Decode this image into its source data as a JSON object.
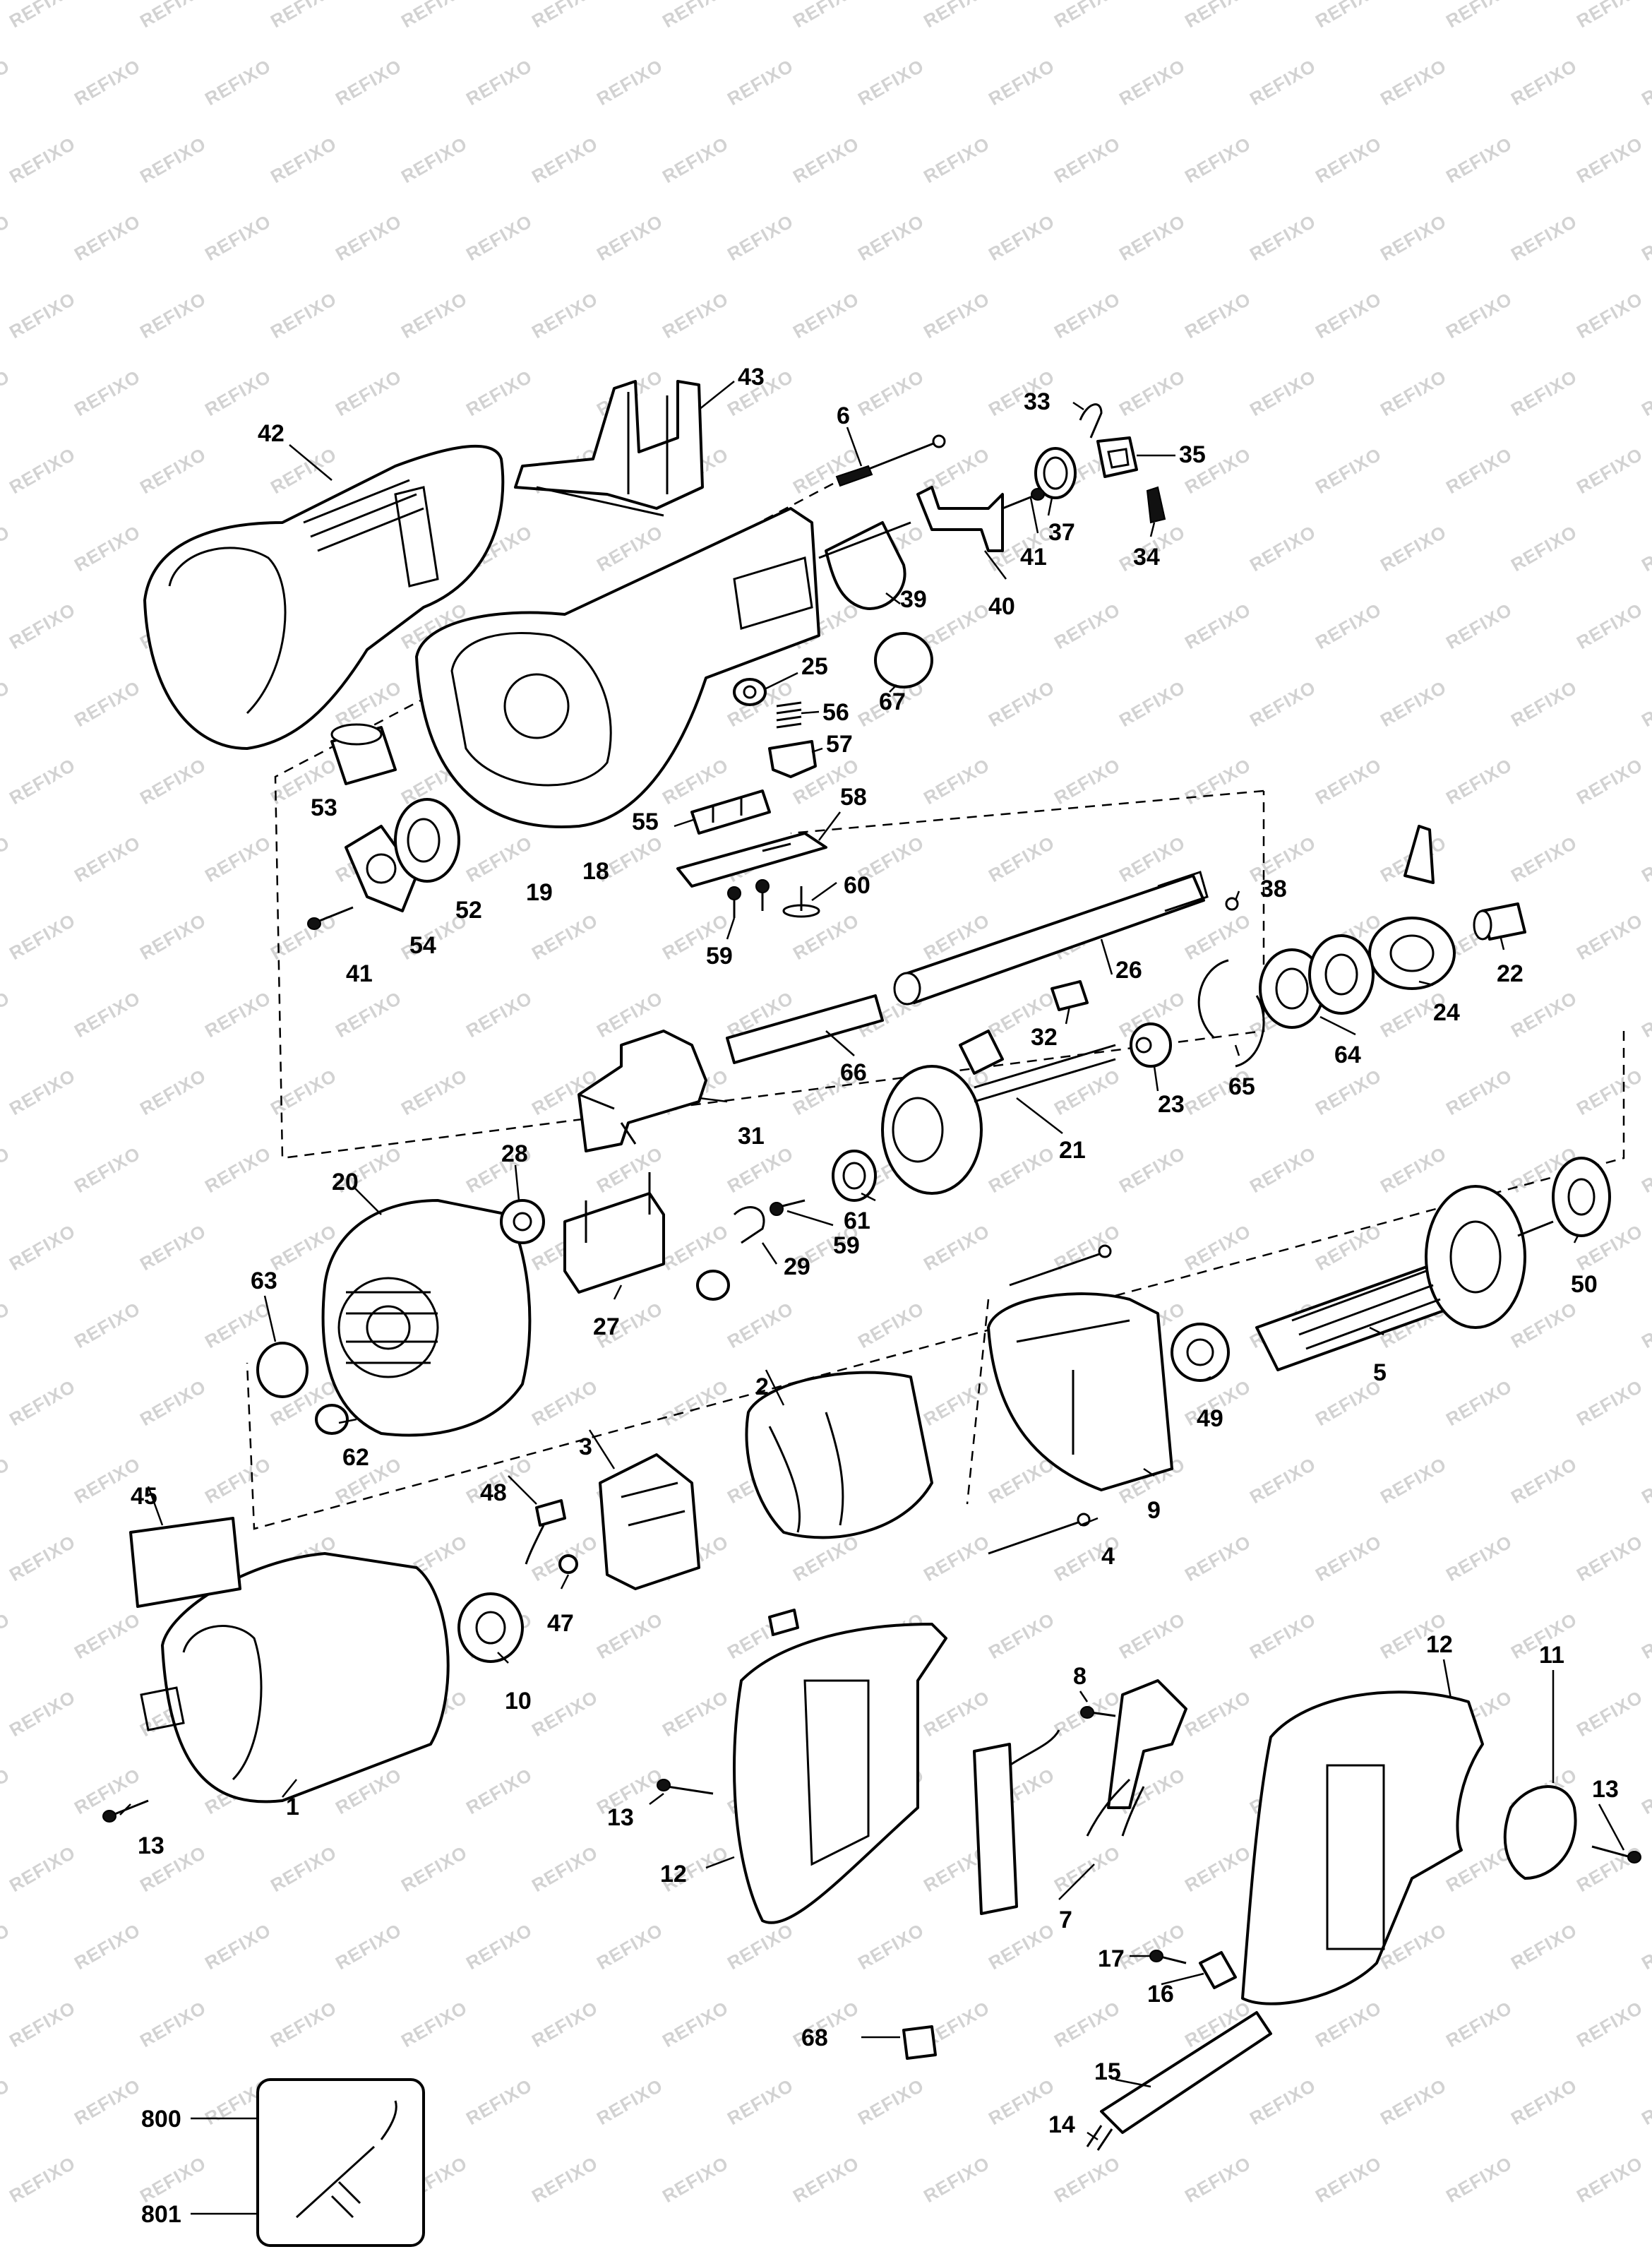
{
  "watermark": "REFIXO",
  "labels": {
    "p1": "1",
    "p2": "2",
    "p3": "3",
    "p4": "4",
    "p5": "5",
    "p6": "6",
    "p7": "7",
    "p8": "8",
    "p9": "9",
    "p10": "10",
    "p11": "11",
    "p12a": "12",
    "p12b": "12",
    "p13a": "13",
    "p13b": "13",
    "p13c": "13",
    "p14": "14",
    "p15": "15",
    "p16": "16",
    "p17": "17",
    "p18": "18",
    "p19": "19",
    "p20": "20",
    "p21": "21",
    "p22": "22",
    "p23": "23",
    "p24": "24",
    "p25": "25",
    "p26": "26",
    "p27": "27",
    "p28": "28",
    "p29": "29",
    "p31": "31",
    "p32": "32",
    "p33": "33",
    "p34": "34",
    "p35": "35",
    "p37": "37",
    "p38": "38",
    "p39": "39",
    "p40": "40",
    "p41a": "41",
    "p41b": "41",
    "p42": "42",
    "p43": "43",
    "p45": "45",
    "p47": "47",
    "p48": "48",
    "p49": "49",
    "p50": "50",
    "p52": "52",
    "p53": "53",
    "p54": "54",
    "p55": "55",
    "p56": "56",
    "p57": "57",
    "p58": "58",
    "p59a": "59",
    "p59b": "59",
    "p60": "60",
    "p61": "61",
    "p62": "62",
    "p63": "63",
    "p64": "64",
    "p65": "65",
    "p66": "66",
    "p67": "67",
    "p68": "68",
    "p800": "800",
    "p801": "801"
  }
}
